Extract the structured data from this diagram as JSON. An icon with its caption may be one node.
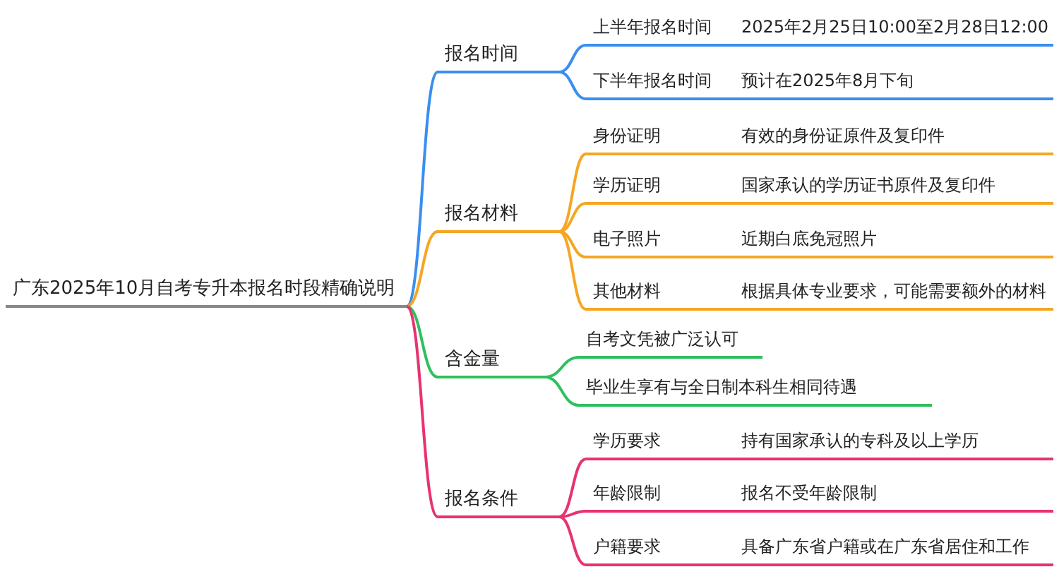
{
  "diagram": {
    "nodes": [
      {
        "text": [
          "广东2025年10月自考专升本报名时段精确说明"
        ]
      },
      {
        "text": [
          "报名时间"
        ]
      },
      {
        "text": [
          "上半年报名时间"
        ]
      },
      {
        "text": [
          "2025年2月25日10:00至2月28日12:00"
        ]
      },
      {
        "text": [
          "下半年报名时间"
        ]
      },
      {
        "text": [
          "预计在2025年8月下旬"
        ]
      },
      {
        "text": [
          "报名材料"
        ]
      },
      {
        "text": [
          "身份证明"
        ]
      },
      {
        "text": [
          "有效的身份证原件及复印件"
        ]
      },
      {
        "text": [
          "学历证明"
        ]
      },
      {
        "text": [
          "国家承认的学历证书原件及复印件"
        ]
      },
      {
        "text": [
          "电子照片"
        ]
      },
      {
        "text": [
          "近期白底免冠照片"
        ]
      },
      {
        "text": [
          "其他材料"
        ]
      },
      {
        "text": [
          "根据具体专业要求，可能需要额外的材料"
        ]
      },
      {
        "text": [
          "含金量"
        ]
      },
      {
        "text": [
          "自考文凭被广泛认可"
        ]
      },
      {
        "text": [
          "毕业生享有与全日制本科生相同待遇"
        ]
      },
      {
        "text": [
          "报名条件"
        ]
      },
      {
        "text": [
          "学历要求"
        ]
      },
      {
        "text": [
          "持有国家承认的专科及以上学历"
        ]
      },
      {
        "text": [
          "年龄限制"
        ]
      },
      {
        "text": [
          "报名不受年龄限制"
        ]
      },
      {
        "text": [
          "户籍要求"
        ]
      },
      {
        "text": [
          "具备广东省户籍或在广东省居住和工作"
        ]
      }
    ],
    "edges": [
      {
        "from": 0,
        "to": 1,
        "arrow": "none",
        "color": "#3a8ef0"
      },
      {
        "from": 1,
        "to": 2,
        "arrow": "none",
        "color": "#3a8ef0"
      },
      {
        "from": 2,
        "to": 3,
        "arrow": "none",
        "color": "#3a8ef0"
      },
      {
        "from": 1,
        "to": 4,
        "arrow": "none",
        "color": "#3a8ef0"
      },
      {
        "from": 4,
        "to": 5,
        "arrow": "none",
        "color": "#3a8ef0"
      },
      {
        "from": 0,
        "to": 6,
        "arrow": "none",
        "color": "#f5a623"
      },
      {
        "from": 6,
        "to": 7,
        "arrow": "none",
        "color": "#f5a623"
      },
      {
        "from": 7,
        "to": 8,
        "arrow": "none",
        "color": "#f5a623"
      },
      {
        "from": 6,
        "to": 9,
        "arrow": "none",
        "color": "#f5a623"
      },
      {
        "from": 9,
        "to": 10,
        "arrow": "none",
        "color": "#f5a623"
      },
      {
        "from": 6,
        "to": 11,
        "arrow": "none",
        "color": "#f5a623"
      },
      {
        "from": 11,
        "to": 12,
        "arrow": "none",
        "color": "#f5a623"
      },
      {
        "from": 6,
        "to": 13,
        "arrow": "none",
        "color": "#f5a623"
      },
      {
        "from": 13,
        "to": 14,
        "arrow": "none",
        "color": "#f5a623"
      },
      {
        "from": 0,
        "to": 15,
        "arrow": "none",
        "color": "#2fbf5f"
      },
      {
        "from": 15,
        "to": 16,
        "arrow": "none",
        "color": "#2fbf5f"
      },
      {
        "from": 15,
        "to": 17,
        "arrow": "none",
        "color": "#2fbf5f"
      },
      {
        "from": 0,
        "to": 18,
        "arrow": "none",
        "color": "#e8336e"
      },
      {
        "from": 18,
        "to": 19,
        "arrow": "none",
        "color": "#e8336e"
      },
      {
        "from": 19,
        "to": 20,
        "arrow": "none",
        "color": "#e8336e"
      },
      {
        "from": 18,
        "to": 21,
        "arrow": "none",
        "color": "#e8336e"
      },
      {
        "from": 21,
        "to": 22,
        "arrow": "none",
        "color": "#e8336e"
      },
      {
        "from": 18,
        "to": 23,
        "arrow": "none",
        "color": "#e8336e"
      },
      {
        "from": 23,
        "to": 24,
        "arrow": "none",
        "color": "#e8336e"
      }
    ]
  }
}
